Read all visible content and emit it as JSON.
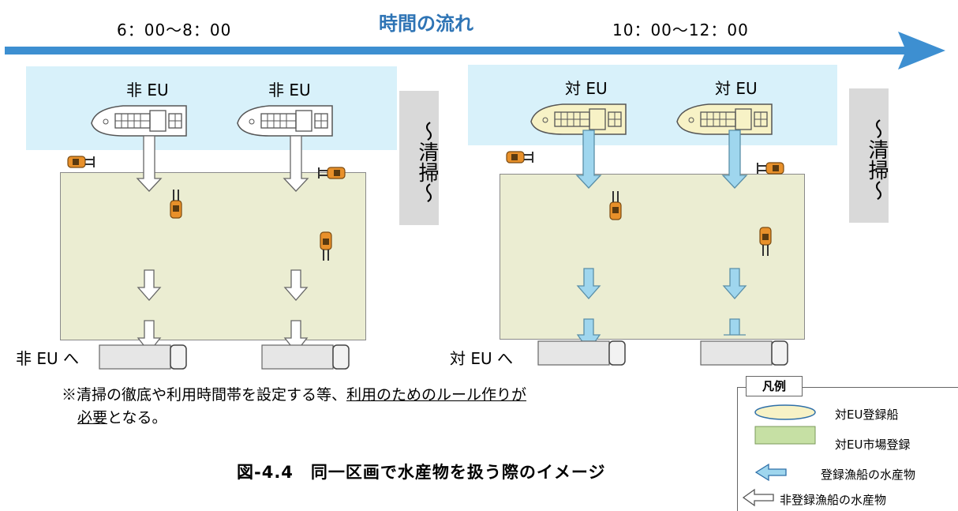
{
  "header": {
    "time_left": "6：00～8：00",
    "flow_title": "時間の流れ",
    "time_right": "10：00～12：00"
  },
  "left_panel": {
    "boat_labels": [
      "非 EU",
      "非 EU"
    ],
    "dest_label": "非 EU へ"
  },
  "right_panel": {
    "boat_labels": [
      "対 EU",
      "対 EU"
    ],
    "dest_label": "対 EU へ"
  },
  "cleaning_label": "～清掃～",
  "note": {
    "prefix": "※清掃の徹底や利用時間帯を設定する等、",
    "underlined_1": "利用のためのルール作りが",
    "underlined_2": "必要",
    "suffix": "となる。"
  },
  "caption": "図-4.4　同一区画で水産物を扱う際のイメージ",
  "legend": {
    "title": "凡例",
    "items": [
      "対EU登録船",
      "対EU市場登録",
      "登録漁船の水産物",
      "非登録漁船の水産物"
    ]
  },
  "colors": {
    "flow_arrow": "#3d8fd1",
    "water": "#d8f1fa",
    "market_floor": "#ebedd2",
    "eu_boat": "#f7f2c6",
    "eu_arrow": "#9fd6ee",
    "forklift": "#e8902a"
  }
}
